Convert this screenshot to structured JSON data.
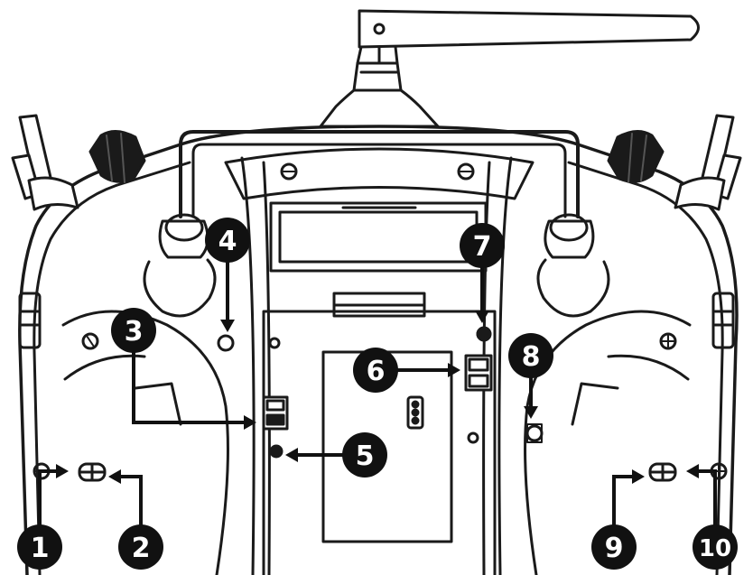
{
  "callouts": [
    {
      "id": "1",
      "label": "1"
    },
    {
      "id": "2",
      "label": "2"
    },
    {
      "id": "3",
      "label": "3"
    },
    {
      "id": "4",
      "label": "4"
    },
    {
      "id": "5",
      "label": "5"
    },
    {
      "id": "6",
      "label": "6"
    },
    {
      "id": "7",
      "label": "7"
    },
    {
      "id": "8",
      "label": "8"
    },
    {
      "id": "9",
      "label": "9"
    },
    {
      "id": "10",
      "label": "10"
    }
  ],
  "colors": {
    "ink": "#1a1a1a",
    "callout_fill": "#111111",
    "callout_text": "#ffffff",
    "body_fill": "#ffffff"
  }
}
